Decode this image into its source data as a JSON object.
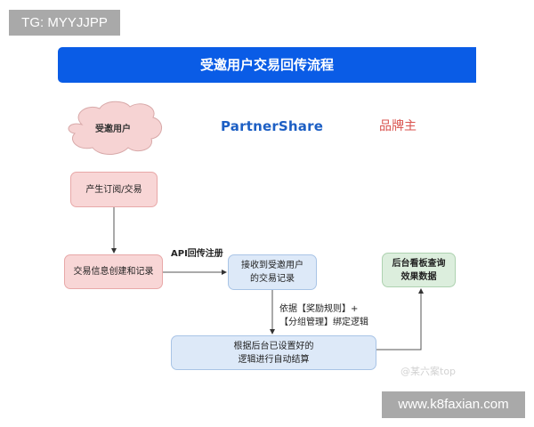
{
  "watermark_tag": "TG: MYYJJPP",
  "title": "受邀用户交易回传流程",
  "lanes": {
    "user": "受邀用户",
    "platform": "PartnerShare",
    "brand": "品牌主"
  },
  "nodes": {
    "generate": "产生订阅/交易",
    "create_record": "交易信息创建和记录",
    "receive_line1": "接收到受邀用户",
    "receive_line2": "的交易记录",
    "dashboard_line1": "后台看板查询",
    "dashboard_line2": "效果数据",
    "settle_line1": "根据后台已设置好的",
    "settle_line2": "逻辑进行自动结算"
  },
  "edge_labels": {
    "api": "API回传注册",
    "rule_line1": "依据【奖励规则】+",
    "rule_line2": "【分组管理】绑定逻辑"
  },
  "colors": {
    "title_bg": "#0a5ce6",
    "pink_fill": "#f8d6d6",
    "blue_fill": "#dde9f8",
    "green_fill": "#dceedd",
    "brand_red": "#d9534f",
    "brand_blue": "#1d5fc4"
  },
  "faint_watermark": "@某六案top",
  "site_watermark": "www.k8faxian.com"
}
